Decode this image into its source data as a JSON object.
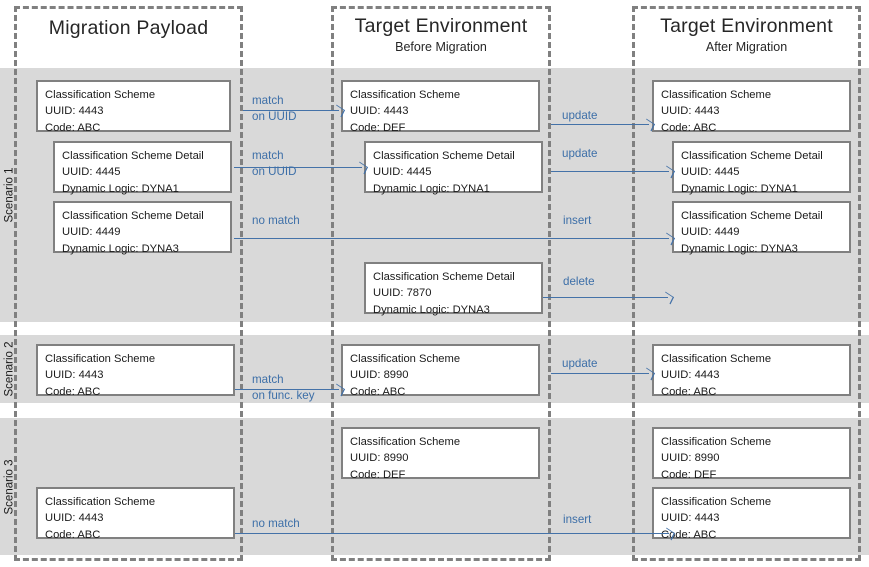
{
  "diagram": {
    "title": "Migration matching scenarios",
    "colors": {
      "band": "#d9d9d9",
      "frame": "#808080",
      "box_border": "#808080",
      "arrow": "#4472a8",
      "label": "#3d6fa8",
      "text": "#1a1a1a"
    }
  },
  "columns": [
    {
      "id": "migration-payload",
      "title": "Migration Payload",
      "subtitle": ""
    },
    {
      "id": "target-before",
      "title": "Target Environment",
      "subtitle": "Before Migration"
    },
    {
      "id": "target-after",
      "title": "Target Environment",
      "subtitle": "After Migration"
    }
  ],
  "scenarios": [
    {
      "id": "scenario-1",
      "label": "Scenario 1"
    },
    {
      "id": "scenario-2",
      "label": "Scenario 2"
    },
    {
      "id": "scenario-3",
      "label": "Scenario 3"
    }
  ],
  "boxes": {
    "s1_payload_cs": {
      "line1": "Classification Scheme",
      "line2": "UUID: 4443",
      "line3": "Code: ABC"
    },
    "s1_payload_csd1": {
      "line1": "Classification Scheme Detail",
      "line2": "UUID: 4445",
      "line3": "Dynamic Logic: DYNA1"
    },
    "s1_payload_csd2": {
      "line1": "Classification Scheme Detail",
      "line2": "UUID: 4449",
      "line3": "Dynamic Logic: DYNA3"
    },
    "s1_before_cs": {
      "line1": "Classification Scheme",
      "line2": "UUID: 4443",
      "line3": "Code: DEF"
    },
    "s1_before_csd1": {
      "line1": "Classification Scheme Detail",
      "line2": "UUID: 4445",
      "line3": "Dynamic Logic: DYNA1"
    },
    "s1_before_csd2": {
      "line1": "Classification Scheme Detail",
      "line2": "UUID: 7870",
      "line3": "Dynamic Logic: DYNA3"
    },
    "s1_after_cs": {
      "line1": "Classification Scheme",
      "line2": "UUID: 4443",
      "line3": "Code: ABC"
    },
    "s1_after_csd1": {
      "line1": "Classification Scheme Detail",
      "line2": "UUID: 4445",
      "line3": "Dynamic Logic: DYNA1"
    },
    "s1_after_csd2": {
      "line1": "Classification Scheme Detail",
      "line2": "UUID: 4449",
      "line3": "Dynamic Logic: DYNA3"
    },
    "s2_payload_cs": {
      "line1": "Classification Scheme",
      "line2": "UUID: 4443",
      "line3": "Code: ABC"
    },
    "s2_before_cs": {
      "line1": "Classification Scheme",
      "line2": "UUID: 8990",
      "line3": "Code: ABC"
    },
    "s2_after_cs": {
      "line1": "Classification Scheme",
      "line2": "UUID: 4443",
      "line3": "Code: ABC"
    },
    "s3_payload_cs": {
      "line1": "Classification Scheme",
      "line2": "UUID: 4443",
      "line3": "Code: ABC"
    },
    "s3_before_cs": {
      "line1": "Classification Scheme",
      "line2": "UUID: 8990",
      "line3": "Code: DEF"
    },
    "s3_after_cs1": {
      "line1": "Classification Scheme",
      "line2": "UUID: 8990",
      "line3": "Code: DEF"
    },
    "s3_after_cs2": {
      "line1": "Classification Scheme",
      "line2": "UUID: 4443",
      "line3": "Code: ABC"
    }
  },
  "arrows": {
    "s1_match_cs": {
      "line1": "match",
      "line2": "on UUID"
    },
    "s1_update_cs": {
      "line1": "update",
      "line2": ""
    },
    "s1_match_csd1": {
      "line1": "match",
      "line2": "on UUID"
    },
    "s1_update_csd1": {
      "line1": "update",
      "line2": ""
    },
    "s1_nomatch_csd2": {
      "line1": "no match",
      "line2": ""
    },
    "s1_insert_csd2": {
      "line1": "insert",
      "line2": ""
    },
    "s1_delete_csd": {
      "line1": "delete",
      "line2": ""
    },
    "s2_match_cs": {
      "line1": "match",
      "line2": "on func. key"
    },
    "s2_update_cs": {
      "line1": "update",
      "line2": ""
    },
    "s3_nomatch_cs": {
      "line1": "no match",
      "line2": ""
    },
    "s3_insert_cs": {
      "line1": "insert",
      "line2": ""
    }
  }
}
